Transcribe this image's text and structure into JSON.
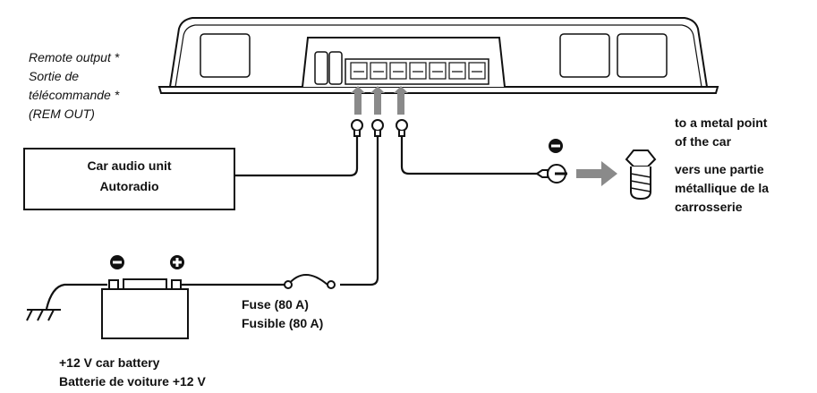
{
  "labels": {
    "remote_output_en": "Remote output *",
    "remote_output_fr_1": "Sortie de",
    "remote_output_fr_2": "télécommande *",
    "remote_output_abbr": "(REM OUT)",
    "car_audio_en": "Car audio unit",
    "car_audio_fr": "Autoradio",
    "metal_point_en_1": "to a metal point",
    "metal_point_en_2": "of the car",
    "metal_point_fr_1": "vers une partie",
    "metal_point_fr_2": "métallique de la",
    "metal_point_fr_3": "carrosserie",
    "fuse_en": "Fuse (80 A)",
    "fuse_fr": "Fusible (80 A)",
    "battery_en": "+12 V car battery",
    "battery_fr": "Batterie de voiture +12 V"
  },
  "icons": {
    "negative": "minus-circle-icon",
    "positive": "plus-circle-icon",
    "bolt": "bolt-icon",
    "ground": "ground-icon",
    "fuse": "fuse-icon"
  },
  "colors": {
    "line": "#111111",
    "arrow_gray": "#8a8a8a"
  }
}
